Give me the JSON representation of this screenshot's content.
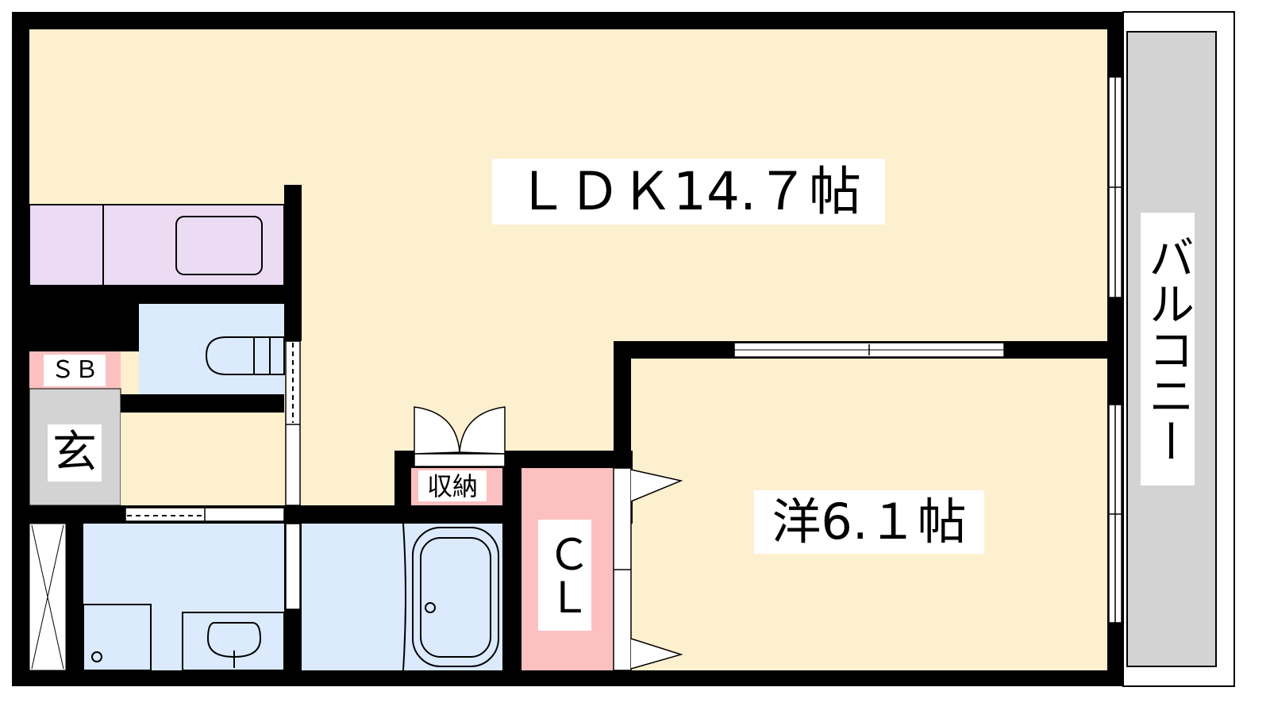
{
  "rooms": {
    "ldk": "ＬＤＫ14.７帖",
    "western": "洋6.１帖",
    "closet": "ＣＬ",
    "balcony": "バルコニー",
    "shoe_box": "ＳＢ",
    "entrance": "玄",
    "storage": "収納"
  },
  "colors": {
    "living": "#fdf0cf",
    "wet": "#dbeafd",
    "kitchen": "#ecdcf3",
    "storage": "#fdc0c0",
    "entrance": "#d3d3d3",
    "wall": "#000000"
  }
}
